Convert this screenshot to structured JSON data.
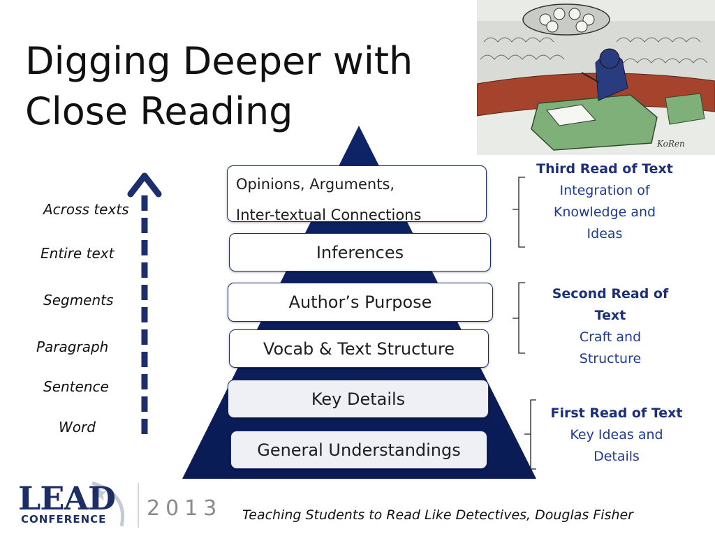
{
  "slide": {
    "title_line1": "Digging Deeper with",
    "title_line2": "Close Reading"
  },
  "colors": {
    "pyramid_navy": "#0c2063",
    "note_blue": "#1f3a93",
    "box_border": "#1a2e6e"
  },
  "pyramid": {
    "levels": [
      {
        "line1": "Opinions, Arguments,",
        "line2": "Inter-textual Connections"
      },
      {
        "label": "Inferences"
      },
      {
        "label": "Author’s Purpose"
      },
      {
        "label": "Vocab & Text Structure"
      },
      {
        "label": "Key Details"
      },
      {
        "label": "General Understandings"
      }
    ]
  },
  "scope_labels": [
    "Across texts",
    "Entire text",
    "Segments",
    "Paragraph",
    "Sentence",
    "Word"
  ],
  "reads": [
    {
      "heading": "Third Read of Text",
      "body_line1": "Integration of",
      "body_line2": "Knowledge and",
      "body_line3": "Ideas"
    },
    {
      "heading_line1": "Second  Read of",
      "heading_line2": "Text",
      "body_line1": "Craft and",
      "body_line2": "Structure"
    },
    {
      "heading": "First Read of Text",
      "body_line1": "Key Ideas and",
      "body_line2": "Details"
    }
  ],
  "logo": {
    "word": "LEAD",
    "sub": "CONFERENCE",
    "year": "2013"
  },
  "citation": "Teaching Students to Read Like Detectives, Douglas Fisher"
}
